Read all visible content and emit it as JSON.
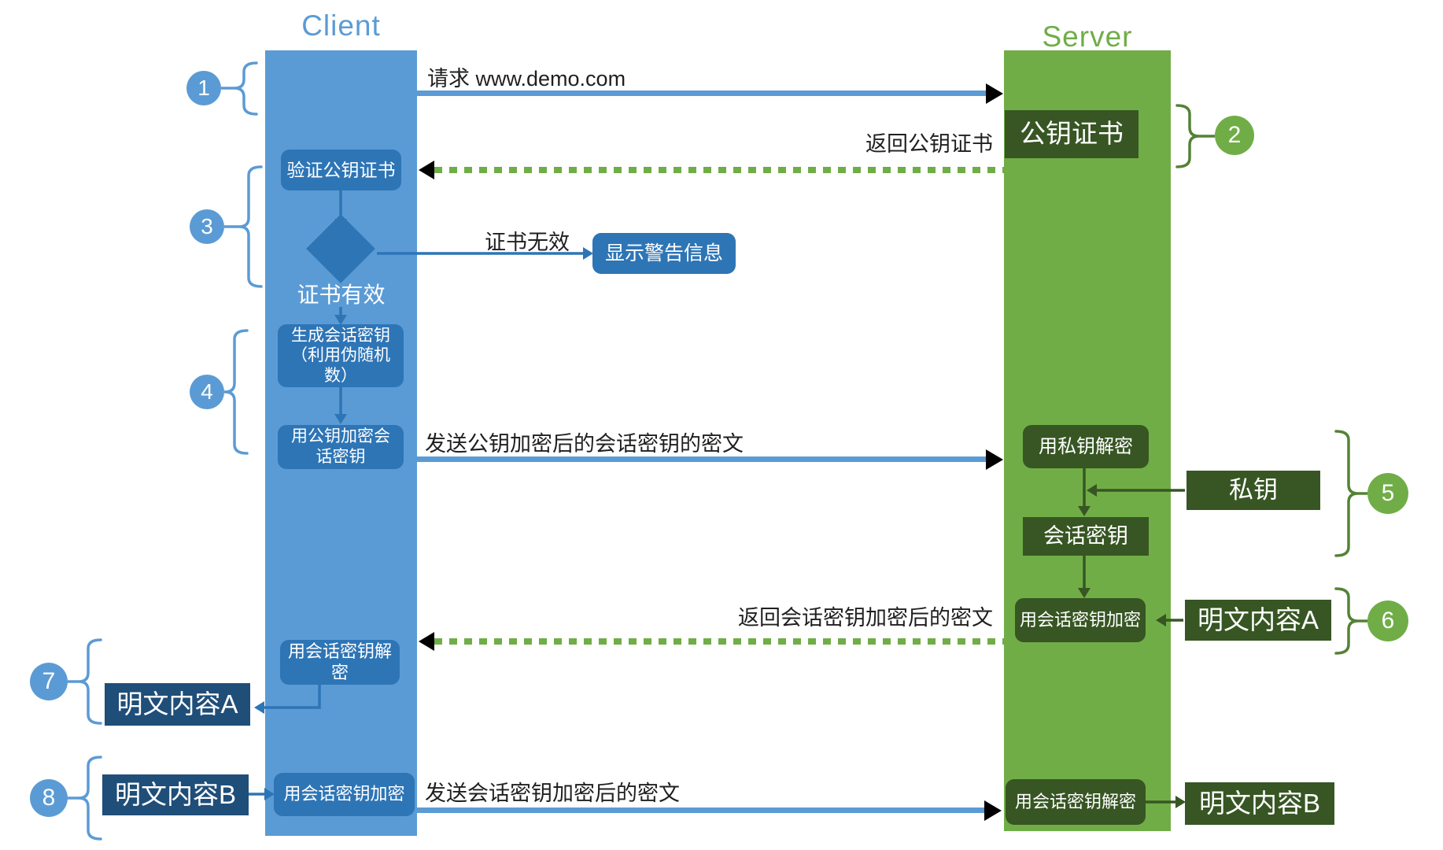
{
  "colors": {
    "client_blue": "#5B9BD5",
    "client_box_blue": "#2E75B6",
    "client_navy": "#1F4E79",
    "server_green": "#70AD47",
    "server_dark_green": "#375623",
    "right_brace_green": "#548235",
    "label_black": "#1f1f1f"
  },
  "client": {
    "title": "Client",
    "boxes": {
      "verify_cert": "验证公钥证书",
      "warning": "显示警告信息",
      "cert_valid": "证书有效",
      "gen_session_key": "生成会话密钥（利用伪随机数）",
      "encrypt_with_pubkey": "用公钥加密会话密钥",
      "decrypt_with_session": "用会话密钥解密",
      "plaintext_a": "明文内容A",
      "plaintext_b": "明文内容B",
      "encrypt_with_session": "用会话密钥加密"
    }
  },
  "server": {
    "title": "Server",
    "boxes": {
      "public_cert": "公钥证书",
      "decrypt_with_privkey": "用私钥解密",
      "private_key": "私钥",
      "session_key": "会话密钥",
      "encrypt_with_session": "用会话密钥加密",
      "plaintext_a": "明文内容A",
      "decrypt_with_session": "用会话密钥解密",
      "plaintext_b": "明文内容B"
    }
  },
  "messages": {
    "request": "请求  www.demo.com",
    "return_cert": "返回公钥证书",
    "cert_invalid": "证书无效",
    "send_encrypted_key": "发送公钥加密后的会话密钥的密文",
    "return_encrypted_a": "返回会话密钥加密后的密文",
    "send_encrypted_b": "发送会话密钥加密后的密文"
  },
  "steps": {
    "s1": "1",
    "s2": "2",
    "s3": "3",
    "s4": "4",
    "s5": "5",
    "s6": "6",
    "s7": "7",
    "s8": "8"
  }
}
